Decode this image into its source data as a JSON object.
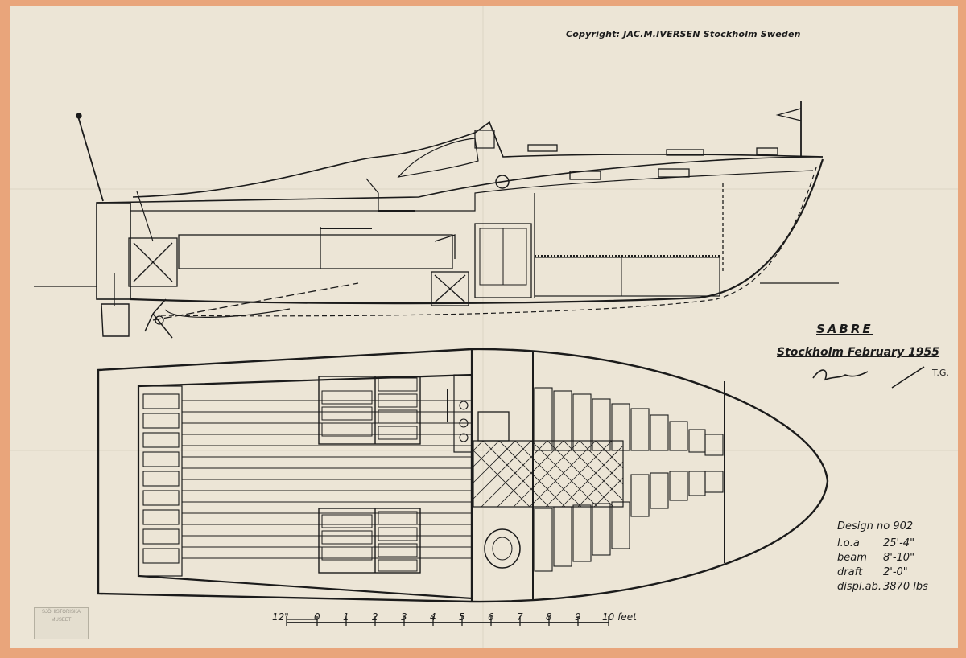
{
  "copyright": "Copyright: JAC.M.IVERSEN Stockholm Sweden",
  "title": "SABRE",
  "place_date": "Stockholm February 1955",
  "drawn_by_initials": "T.G.",
  "signature": "Iversen",
  "specs": {
    "design_no": "Design no 902",
    "loa_label": "l.o.a",
    "loa_value": "25'-4\"",
    "beam_label": "beam",
    "beam_value": "8'-10\"",
    "draft_label": "draft",
    "draft_value": "2'-0\"",
    "displ_label": "displ.ab.",
    "displ_value": "3870 lbs"
  },
  "scale_bar": {
    "labels": [
      "12\"",
      "0",
      "1",
      "2",
      "3",
      "4",
      "5",
      "6",
      "7",
      "8",
      "9",
      "10 feet"
    ]
  },
  "stamp_text": "SJÖHISTORISKA MUSEET",
  "colors": {
    "paper": "#ece5d6",
    "border": "#e9a57b",
    "ink": "#1b1b1b"
  }
}
